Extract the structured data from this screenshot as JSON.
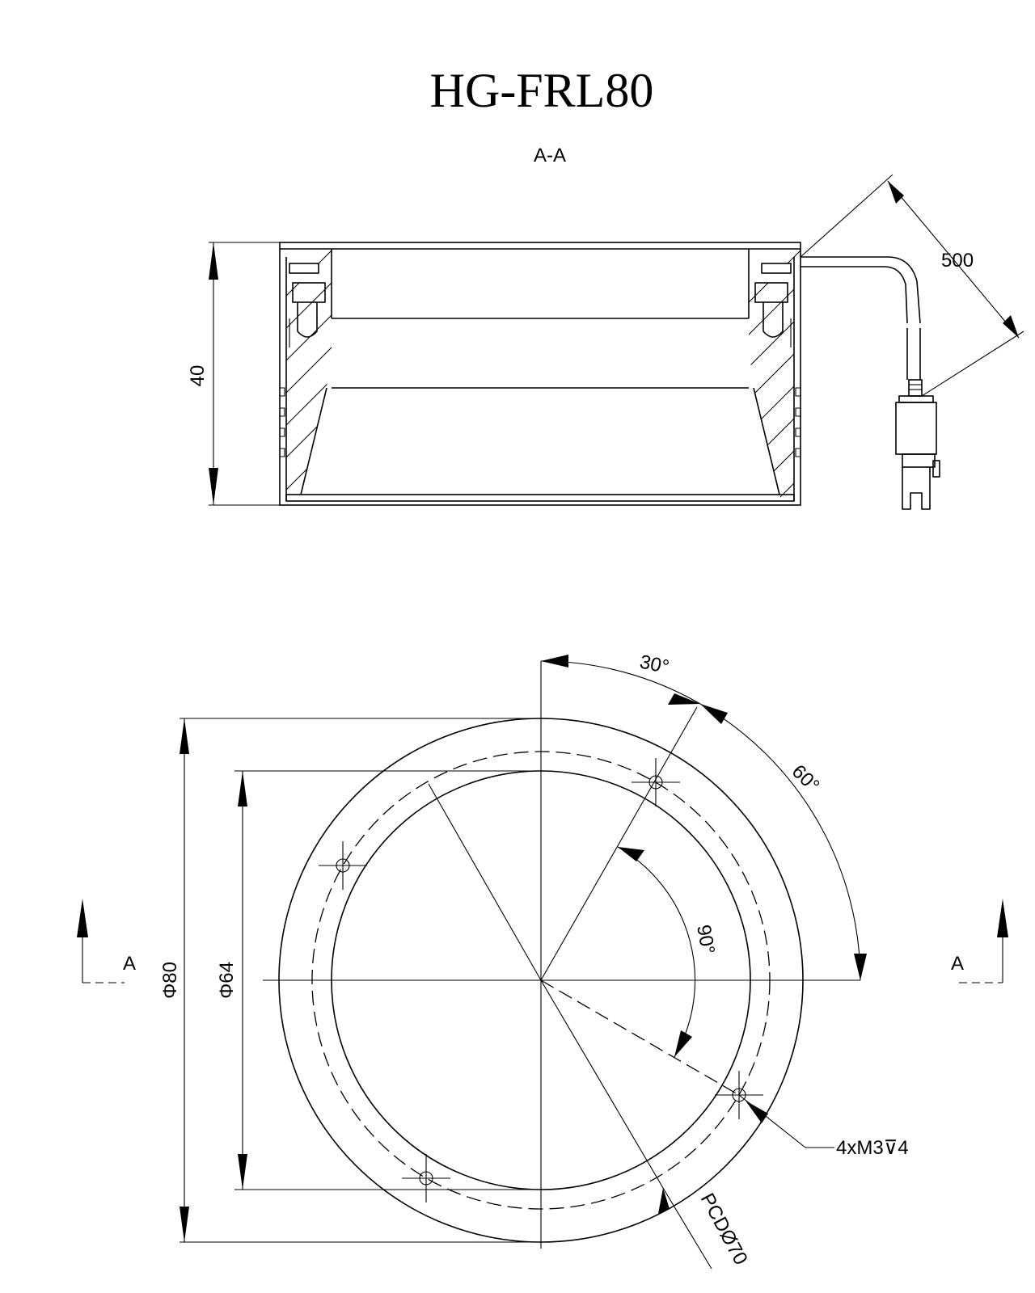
{
  "title": "HG-FRL80",
  "section_label": "A-A",
  "side_view": {
    "height_dim": "40",
    "cable_length_dim": "500"
  },
  "front_view": {
    "outer_diameter_dim": "Φ80",
    "inner_diameter_dim": "Φ64",
    "angle_30": "30°",
    "angle_60": "60°",
    "angle_90": "90°",
    "hole_callout": "4xM3⊽4",
    "pcd_dim": "PCDØ70",
    "section_marker_left": "A",
    "section_marker_right": "A"
  }
}
